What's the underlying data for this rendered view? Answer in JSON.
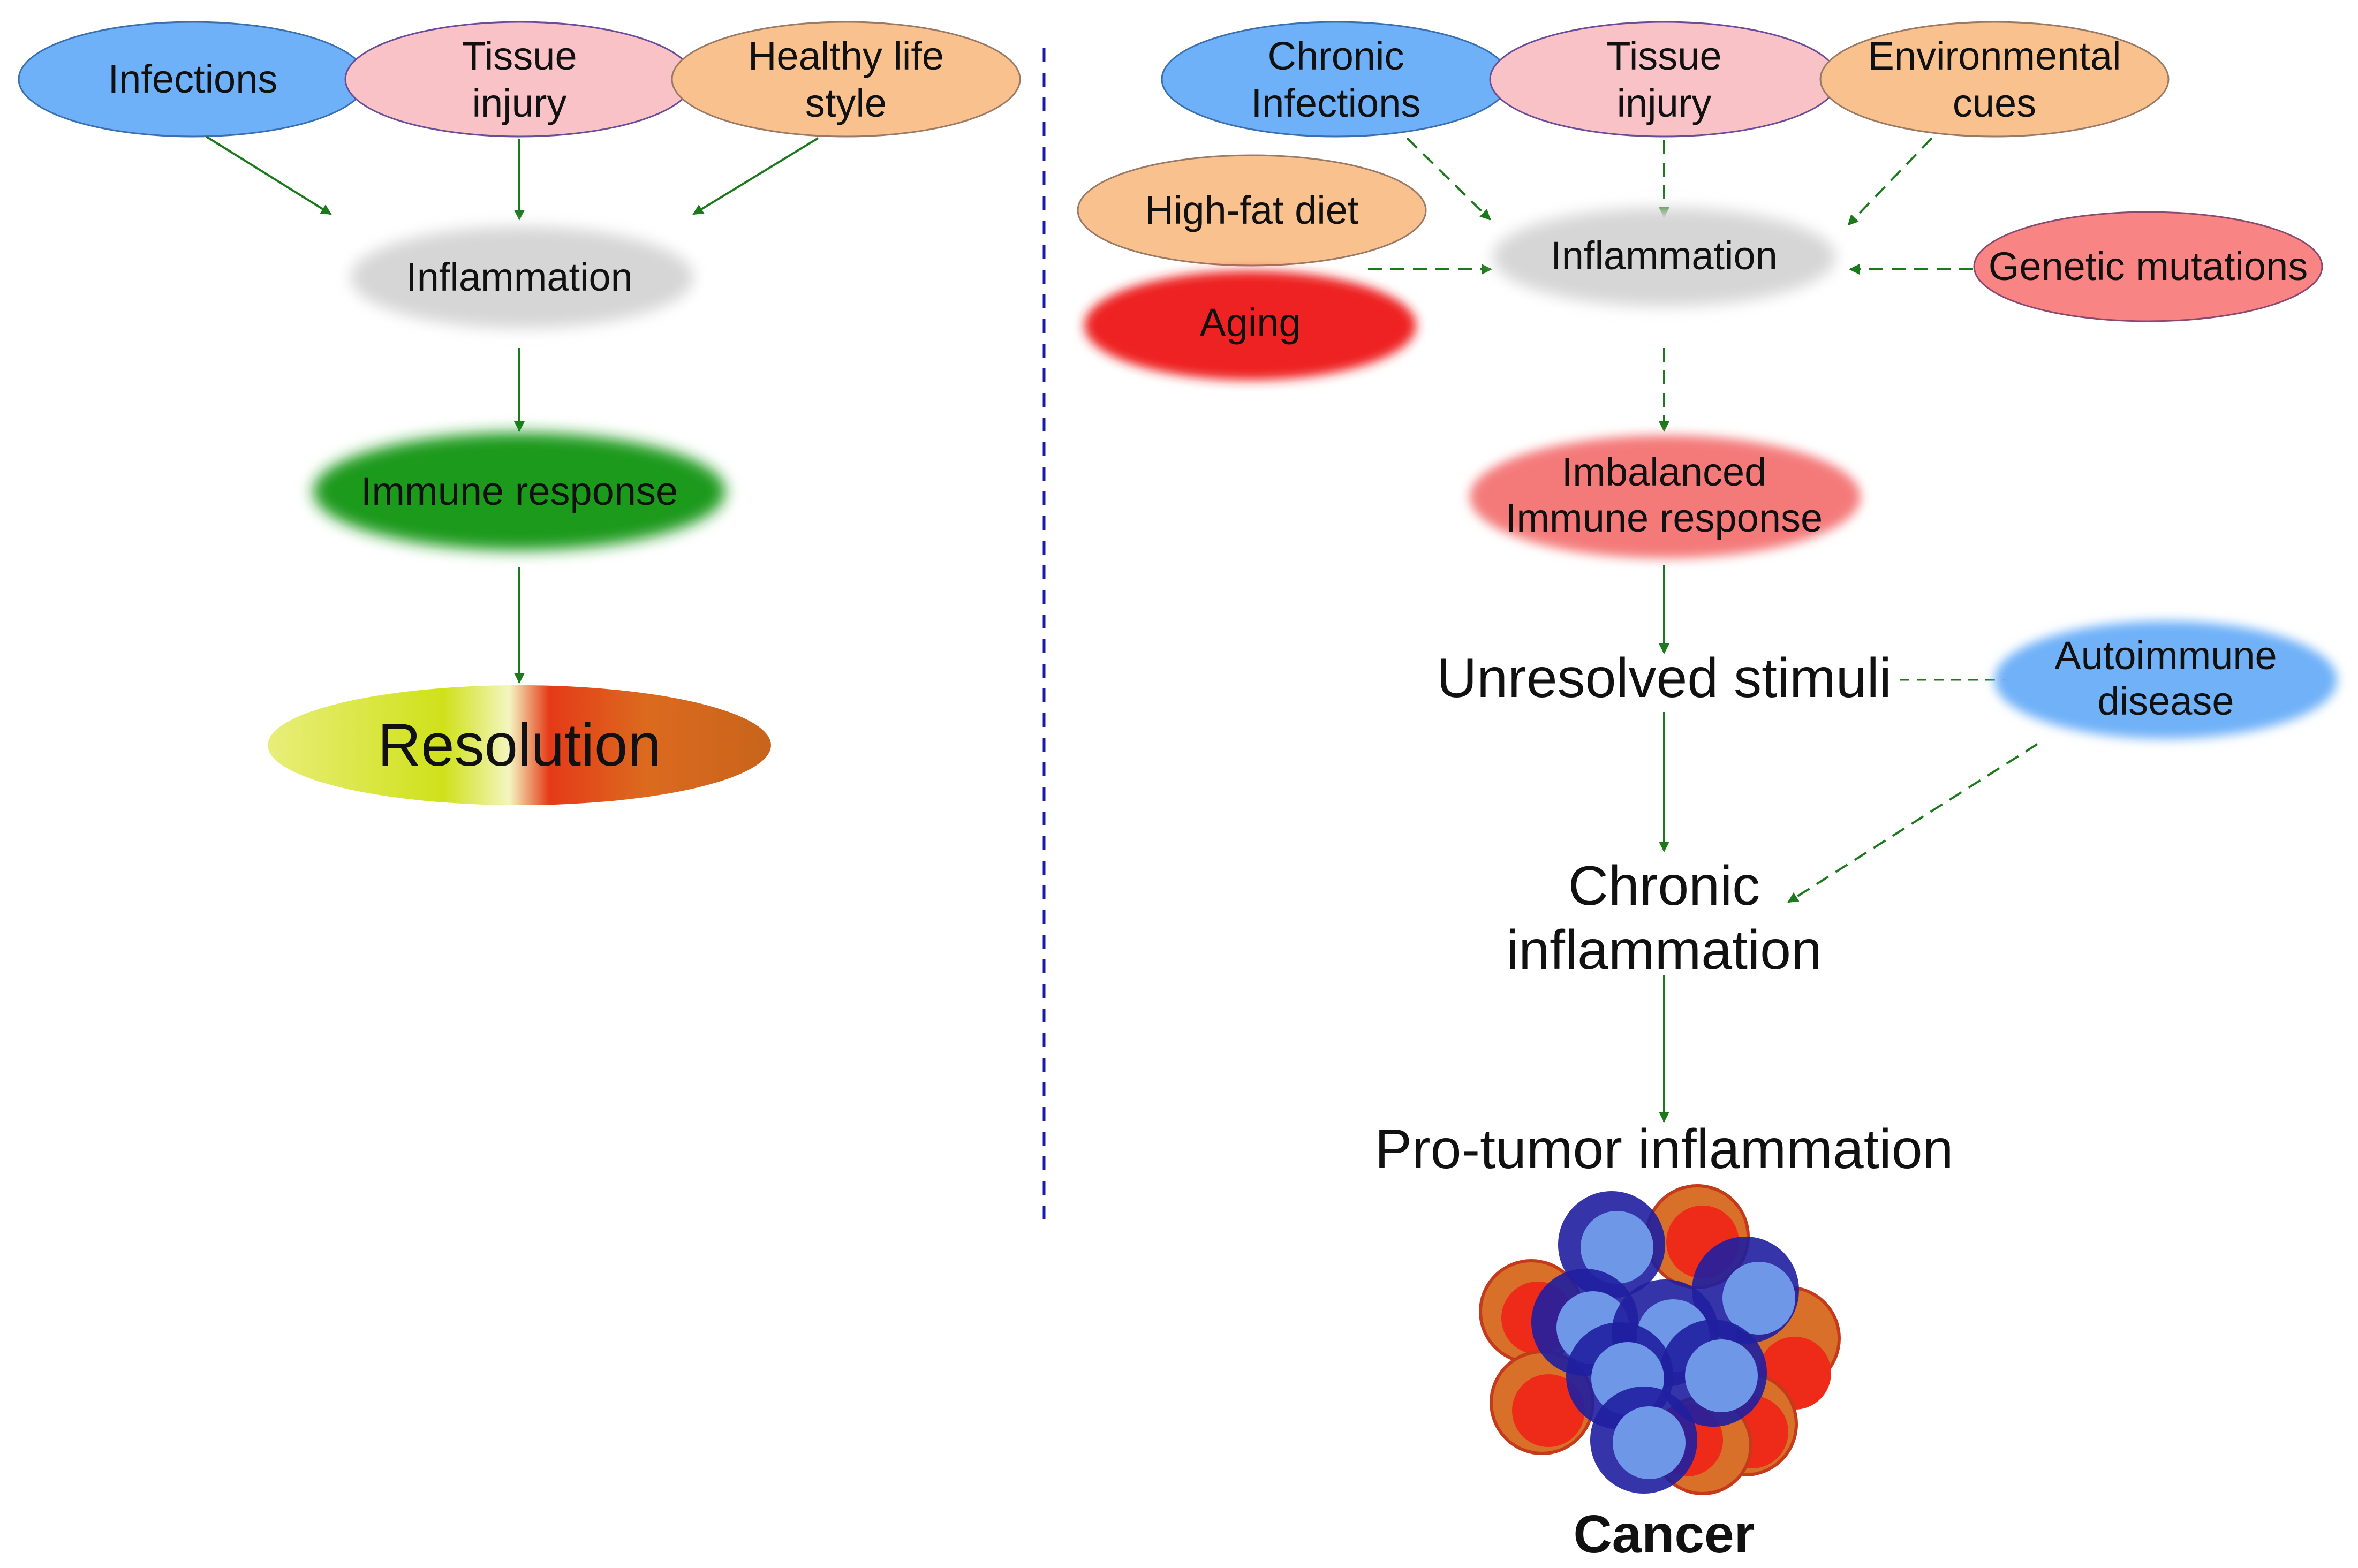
{
  "left": {
    "causes": [
      "Infections",
      [
        "Tissue",
        "injury"
      ],
      [
        "Healthy life",
        "style"
      ]
    ],
    "inflammation": "Inflammation",
    "immune_response": "Immune response",
    "resolution": "Resolution"
  },
  "right": {
    "causes": [
      [
        "Chronic",
        "Infections"
      ],
      [
        "Tissue",
        "injury"
      ],
      [
        "Environmental",
        "cues"
      ]
    ],
    "high_fat_diet": "High-fat diet",
    "aging": "Aging",
    "genetic_mutations": "Genetic mutations",
    "inflammation": "Inflammation",
    "imbalanced_response": [
      "Imbalanced",
      "Immune response"
    ],
    "unresolved_stimuli": "Unresolved stimuli",
    "autoimmune_disease": [
      "Autoimmune",
      "disease"
    ],
    "chronic_inflammation": [
      "Chronic",
      "inflammation"
    ],
    "pro_tumor_inflammation": "Pro-tumor inflammation",
    "cancer": "Cancer"
  },
  "colors": {
    "blue": "#6fb1f8",
    "pink": "#f8c2c6",
    "orange": "#f9c18d",
    "red": "#f98484",
    "aging_red": "#ee2222",
    "immune_green": "#1a9a1a",
    "arrow_green": "#1c7a1c",
    "divider": "#1a1aa8"
  },
  "icons": [
    "cancer-cell-cluster-icon"
  ]
}
